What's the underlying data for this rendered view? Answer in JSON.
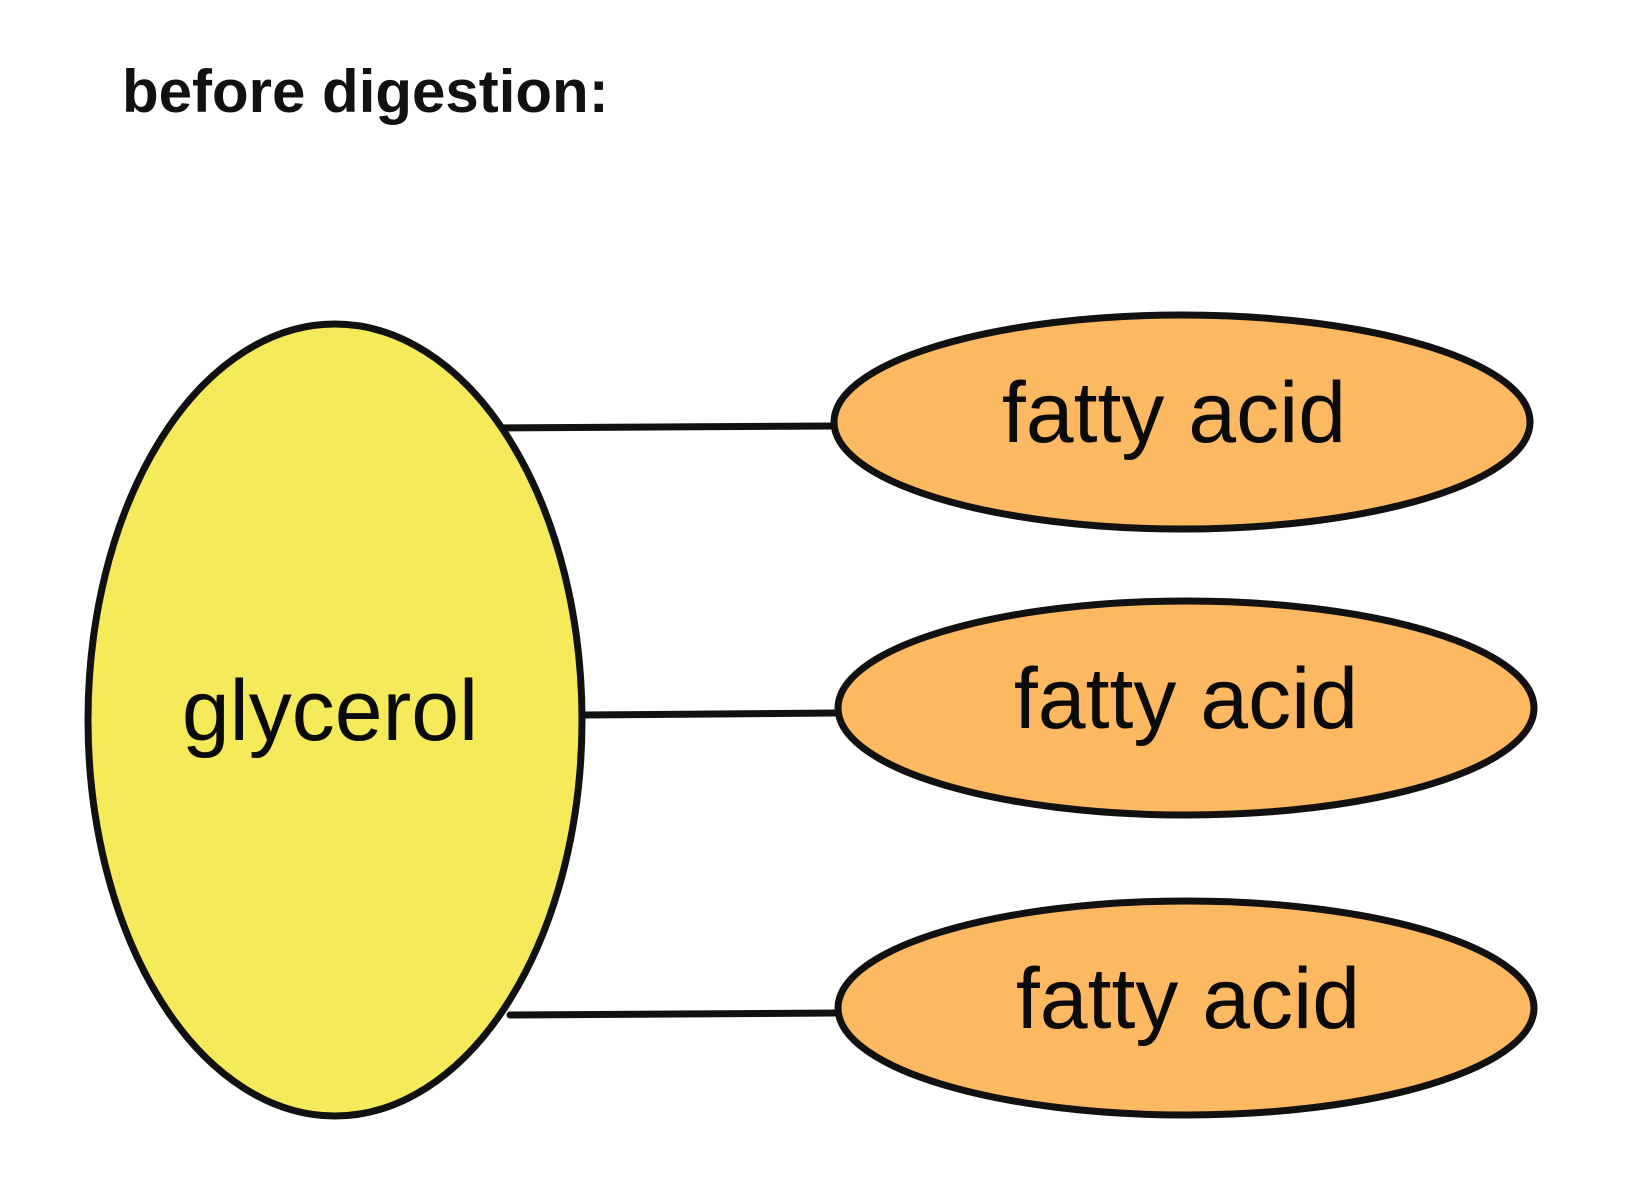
{
  "heading": "before digestion:",
  "colors": {
    "glycerol_fill": "#F5EA5A",
    "fatty_acid_fill": "#FDB862",
    "stroke": "#111111"
  },
  "glycerol": {
    "label": "glycerol"
  },
  "fatty_acids": [
    {
      "label": "fatty acid"
    },
    {
      "label": "fatty acid"
    },
    {
      "label": "fatty acid"
    }
  ]
}
